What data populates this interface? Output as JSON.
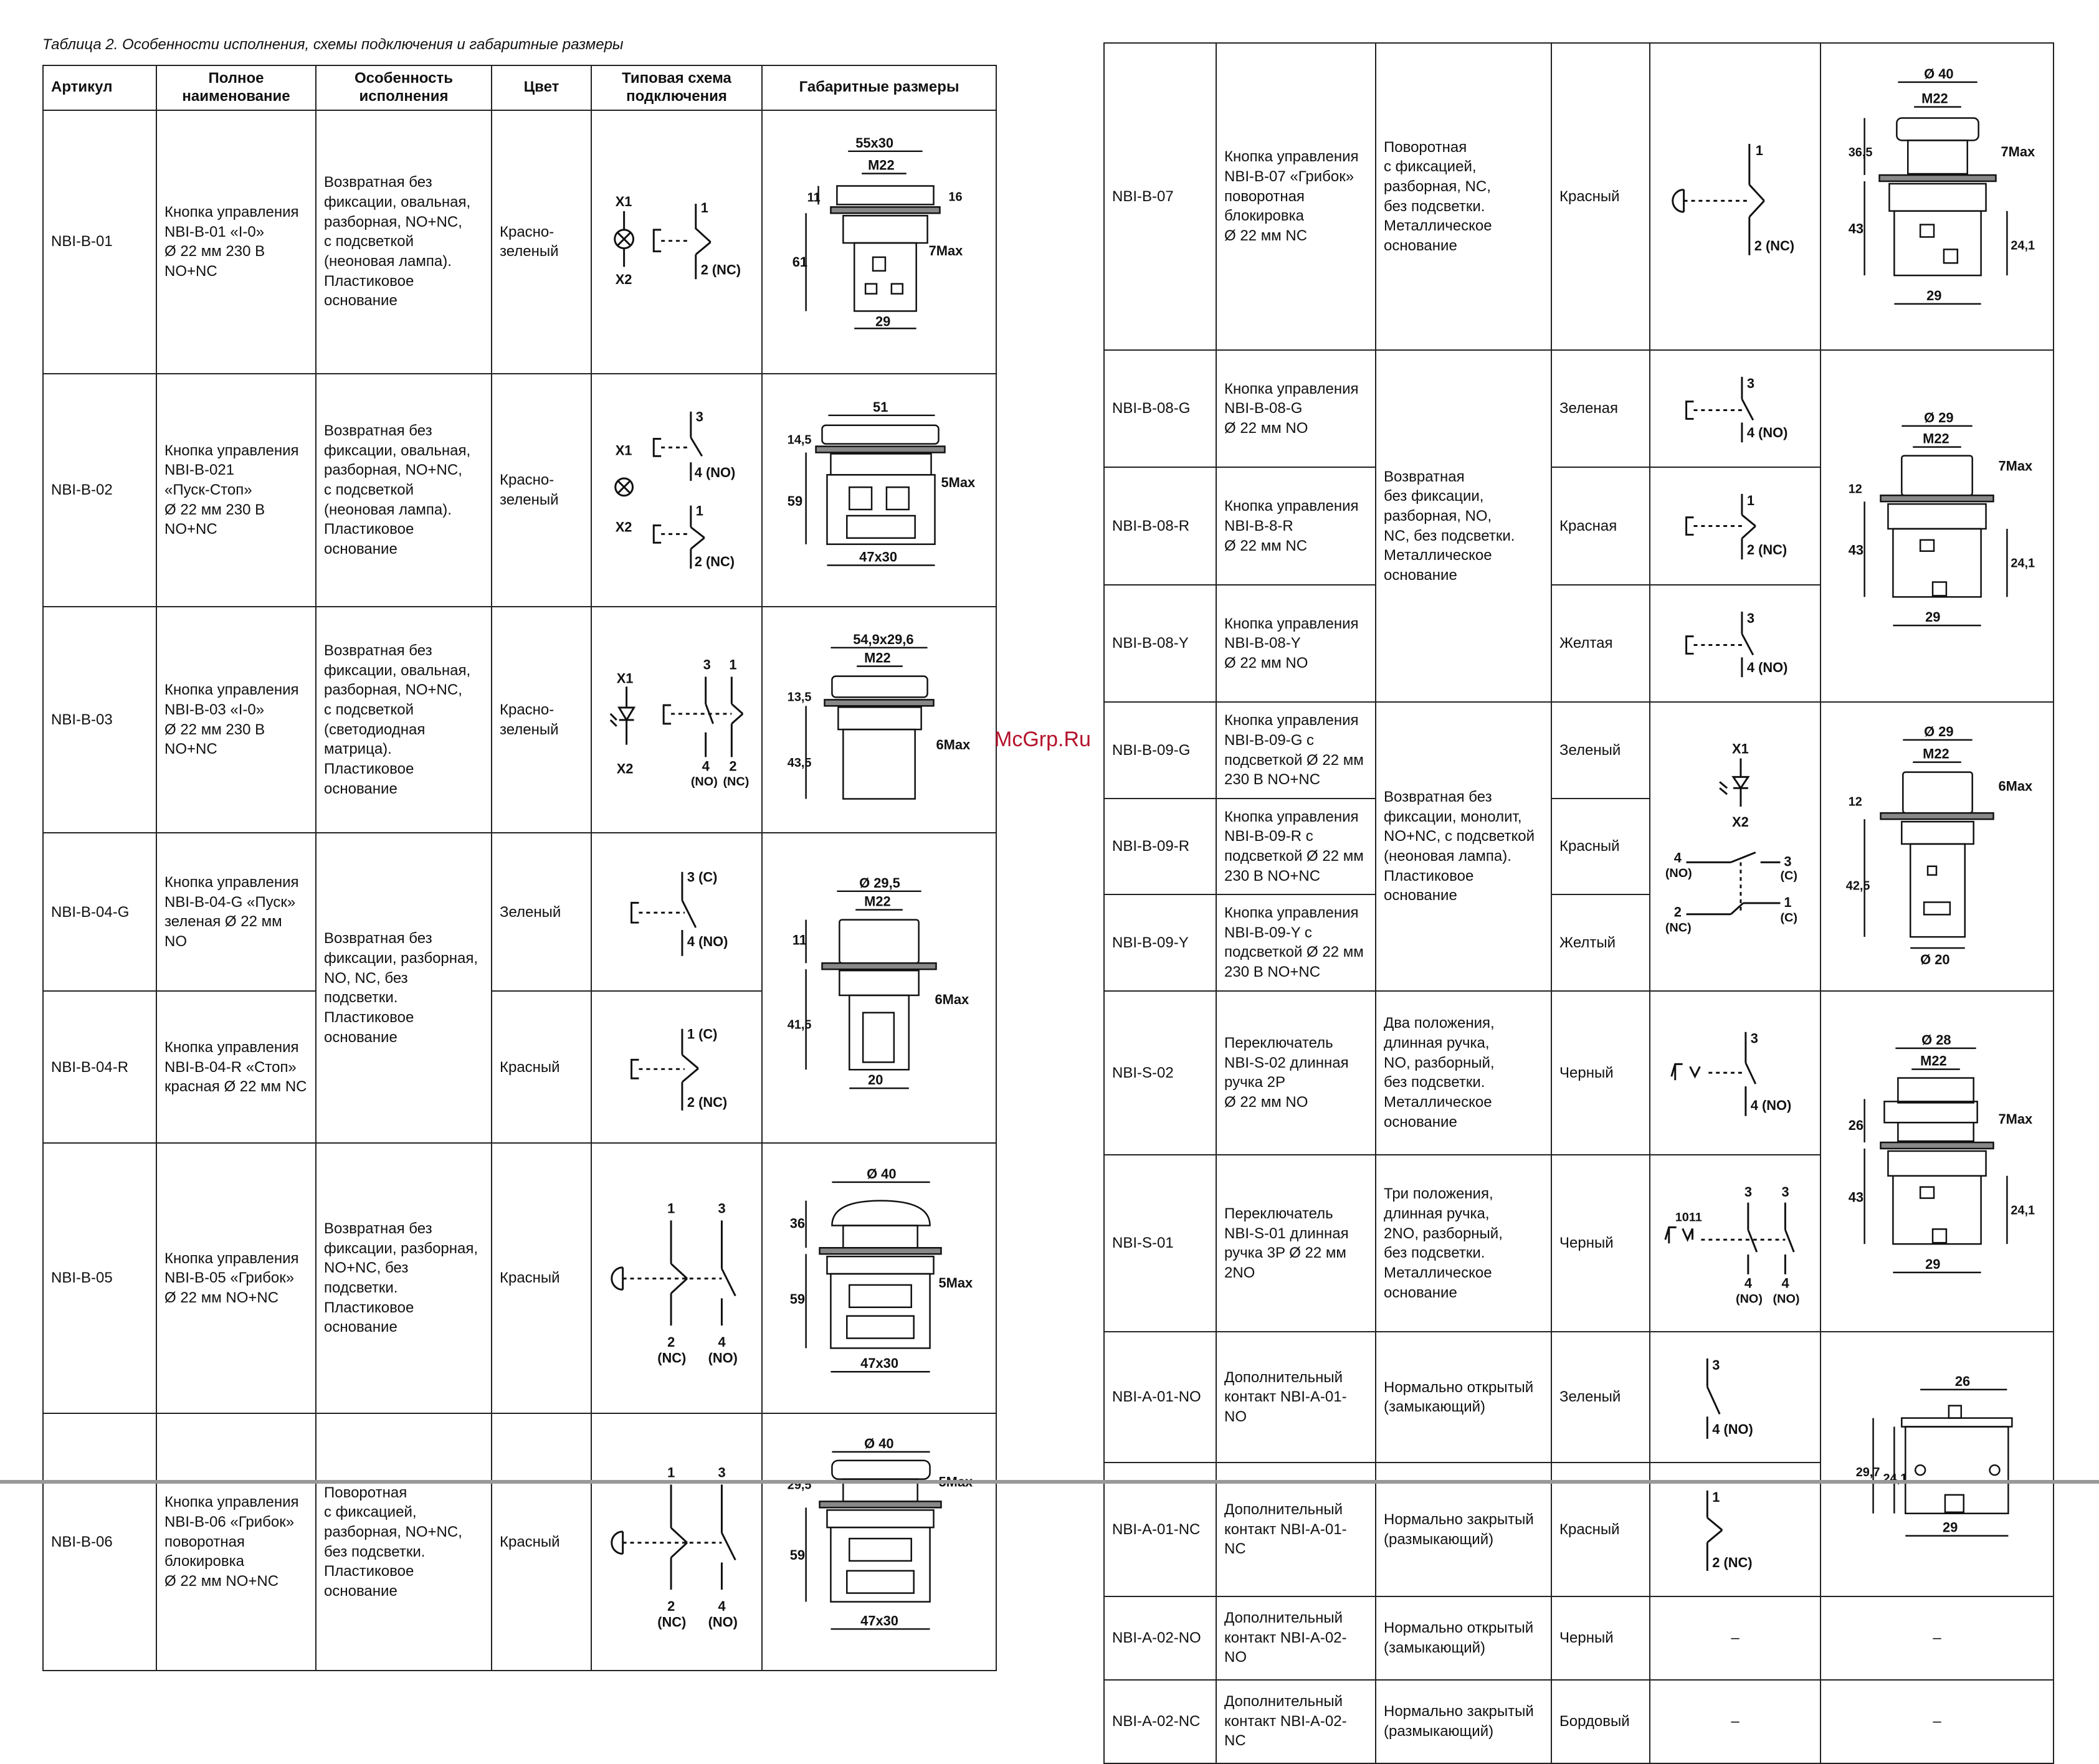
{
  "caption": "Таблица 2. Особенности исполнения, схемы подключения и габаритные размеры",
  "watermark": "McGrp.Ru",
  "headers": {
    "article": "Артикул",
    "full_name": "Полное наименование",
    "feature": "Особенность исполнения",
    "color": "Цвет",
    "scheme": "Типовая схема подключения",
    "dims": "Габаритные размеры"
  },
  "left_rows": [
    {
      "article": "NBI-B-01",
      "name": "Кнопка управления\nNBI-B-01 «I-0»\nØ 22 мм 230 В\nNO+NC",
      "feature": "Возвратная без\nфиксации, овальная,\nразборная, NO+NC,\nс подсветкой\n(неоновая лампа).\nПластиковое\nоснование",
      "color": "Красно-\nзеленый",
      "scheme": {
        "labels": [
          "X1",
          "X2",
          "1",
          "2 (NC)"
        ]
      },
      "dims": {
        "labels": [
          "55x30",
          "M22",
          "11",
          "16",
          "7Max",
          "61",
          "29"
        ]
      }
    },
    {
      "article": "NBI-B-02",
      "name": "Кнопка управления\nNBI-B-021\n«Пуск-Стоп»\nØ 22 мм 230 В\nNO+NC",
      "feature": "Возвратная без\nфиксации, овальная,\nразборная, NO+NC,\nс подсветкой\n(неоновая лампа).\nПластиковое\nоснование",
      "color": "Красно-\nзеленый",
      "scheme": {
        "labels": [
          "3",
          "X1",
          "4 (NO)",
          "X2",
          "1",
          "2 (NC)"
        ]
      },
      "dims": {
        "labels": [
          "51",
          "14,5",
          "5Max",
          "59",
          "47x30"
        ]
      }
    },
    {
      "article": "NBI-B-03",
      "name": "Кнопка управления\nNBI-B-03 «I-0»\nØ 22 мм 230 В\nNO+NC",
      "feature": "Возвратная без\nфиксации, овальная,\nразборная, NO+NC,\nс подсветкой\n(светодиодная\nматрица). Пластиковое\nоснование",
      "color": "Красно-\nзеленый",
      "scheme": {
        "labels": [
          "X1",
          "3",
          "1",
          "X2",
          "4",
          "(NO)",
          "2",
          "(NC)"
        ]
      },
      "dims": {
        "labels": [
          "54,9x29,6",
          "M22",
          "13,5",
          "6Max",
          "43,5"
        ]
      }
    }
  ],
  "left_group04": {
    "feature": "Возвратная без\nфиксации, разборная,\nNO, NC, без подсветки.\nПластиковое\nоснование",
    "dims": {
      "labels": [
        "Ø 29,5",
        "M22",
        "11",
        "6Max",
        "41,5",
        "20"
      ]
    },
    "rows": [
      {
        "article": "NBI-B-04-G",
        "name": "Кнопка управления\nNBI-B-04-G «Пуск»\nзеленая Ø 22 мм NO",
        "color": "Зеленый",
        "scheme": {
          "labels": [
            "3 (C)",
            "4 (NO)"
          ]
        }
      },
      {
        "article": "NBI-B-04-R",
        "name": "Кнопка управления\nNBI-B-04-R «Стоп»\nкрасная Ø 22 мм NC",
        "color": "Красный",
        "scheme": {
          "labels": [
            "1 (C)",
            "2 (NC)"
          ]
        }
      }
    ]
  },
  "left_rows2": [
    {
      "article": "NBI-B-05",
      "name": "Кнопка управления\nNBI-B-05 «Грибок»\nØ 22 мм NO+NC",
      "feature": "Возвратная без\nфиксации, разборная,\nNO+NC, без подсветки.\nПластиковое\nоснование",
      "color": "Красный",
      "scheme": {
        "labels": [
          "1",
          "3",
          "2",
          "(NC)",
          "4",
          "(NO)"
        ]
      },
      "dims": {
        "labels": [
          "Ø 40",
          "36",
          "5Max",
          "59",
          "47x30"
        ]
      }
    },
    {
      "article": "NBI-B-06",
      "name": "Кнопка управления\nNBI-B-06 «Грибок»\nповоротная\nблокировка\nØ 22 мм NO+NC",
      "feature": "Поворотная\nс фиксацией,\nразборная, NO+NC,\nбез подсветки.\nПластиковое\nоснование",
      "color": "Красный",
      "scheme": {
        "labels": [
          "1",
          "3",
          "2",
          "(NC)",
          "4",
          "(NO)"
        ]
      },
      "dims": {
        "labels": [
          "Ø 40",
          "29,5",
          "5Max",
          "59",
          "47x30"
        ]
      }
    }
  ],
  "right_row07": {
    "article": "NBI-B-07",
    "name": "Кнопка управления\nNBI-B-07 «Грибок»\nповоротная\nблокировка\nØ 22 мм NC",
    "feature": "Поворотная\nс фиксацией,\nразборная, NC,\nбез подсветки.\nМеталлическое\nоснование",
    "color": "Красный",
    "scheme": {
      "labels": [
        "1",
        "2 (NC)"
      ]
    },
    "dims": {
      "labels": [
        "Ø 40",
        "M22",
        "36,5",
        "7Max",
        "43",
        "24,1",
        "29"
      ]
    }
  },
  "right_group08": {
    "feature": "Возвратная\nбез фиксации,\nразборная, NO,\nNC, без подсветки.\nМеталлическое\nоснование",
    "dims": {
      "labels": [
        "Ø 29",
        "M22",
        "7Max",
        "12",
        "43",
        "24,1",
        "29"
      ]
    },
    "rows": [
      {
        "article": "NBI-B-08-G",
        "name": "Кнопка управления\nNBI-B-08-G\nØ 22 мм NO",
        "color": "Зеленая",
        "scheme": {
          "labels": [
            "3",
            "4 (NO)"
          ]
        }
      },
      {
        "article": "NBI-B-08-R",
        "name": "Кнопка управления\nNBI-B-8-R\nØ 22 мм NC",
        "color": "Красная",
        "scheme": {
          "labels": [
            "1",
            "2 (NC)"
          ]
        }
      },
      {
        "article": "NBI-B-08-Y",
        "name": "Кнопка управления\nNBI-B-08-Y\nØ 22 мм NO",
        "color": "Желтая",
        "scheme": {
          "labels": [
            "3",
            "4 (NO)"
          ]
        }
      }
    ]
  },
  "right_group09": {
    "feature": "Возвратная без\nфиксации, монолит,\nNO+NC, с подсветкой\n(неоновая лампа).\nПластиковое\nоснование",
    "scheme": {
      "labels": [
        "X1",
        "X2",
        "4",
        "(NO)",
        "3",
        "(C)",
        "2",
        "(NC)",
        "1",
        "(C)"
      ]
    },
    "dims": {
      "labels": [
        "Ø 29",
        "M22",
        "6Max",
        "12",
        "42,5",
        "Ø 20"
      ]
    },
    "rows": [
      {
        "article": "NBI-B-09-G",
        "name": "Кнопка управления\nNBI-B-09-G с\nподсветкой Ø 22 мм\n230 В NO+NC",
        "color": "Зеленый"
      },
      {
        "article": "NBI-B-09-R",
        "name": "Кнопка управления\nNBI-B-09-R с\nподсветкой Ø 22 мм\n230 В NO+NC",
        "color": "Красный"
      },
      {
        "article": "NBI-B-09-Y",
        "name": "Кнопка управления\nNBI-B-09-Y с\nподсветкой Ø 22 мм\n230 В NO+NC",
        "color": "Желтый"
      }
    ]
  },
  "right_groupS": {
    "dims": {
      "labels": [
        "Ø 28",
        "M22",
        "7Max",
        "26",
        "43",
        "24,1",
        "29"
      ]
    },
    "rows": [
      {
        "article": "NBI-S-02",
        "name": "Переключатель\nNBI-S-02 длинная\nручка 2P\nØ 22 мм NO",
        "feature": "Два положения,\nдлинная ручка,\nNO, разборный,\nбез подсветки.\nМеталлическое\nоснование",
        "color": "Черный",
        "scheme": {
          "labels": [
            "3",
            "4 (NO)"
          ]
        }
      },
      {
        "article": "NBI-S-01",
        "name": "Переключатель\nNBI-S-01 длинная\nручка 3P Ø 22 мм\n2NO",
        "feature": "Три положения,\nдлинная ручка,\n2NO, разборный,\nбез подсветки.\nМеталлическое\nоснование",
        "color": "Черный",
        "scheme": {
          "labels": [
            "1011",
            "3",
            "3",
            "4",
            "(NO)",
            "4",
            "(NO)"
          ]
        }
      }
    ]
  },
  "right_groupA": {
    "dims": {
      "labels": [
        "26",
        "29,7",
        "24,1",
        "29"
      ]
    },
    "rows": [
      {
        "article": "NBI-A-01-NO",
        "name": "Дополнительный\nконтакт NBI-A-01-NO",
        "feature": "Нормально открытый\n(замыкающий)",
        "color": "Зеленый",
        "scheme": {
          "labels": [
            "3",
            "4 (NO)"
          ]
        }
      },
      {
        "article": "NBI-A-01-NC",
        "name": "Дополнительный\nконтакт NBI-A-01-NC",
        "feature": "Нормально закрытый\n(размыкающий)",
        "color": "Красный",
        "scheme": {
          "labels": [
            "1",
            "2 (NC)"
          ]
        }
      }
    ]
  },
  "right_rowsA2": [
    {
      "article": "NBI-A-02-NO",
      "name": "Дополнительный\nконтакт NBI-A-02-NO",
      "feature": "Нормально открытый\n(замыкающий)",
      "color": "Черный",
      "scheme_dash": "–",
      "dims_dash": "–"
    },
    {
      "article": "NBI-A-02-NC",
      "name": "Дополнительный\nконтакт NBI-A-02-NC",
      "feature": "Нормально закрытый\n(размыкающий)",
      "color": "Бордовый",
      "scheme_dash": "–",
      "dims_dash": "–"
    }
  ]
}
